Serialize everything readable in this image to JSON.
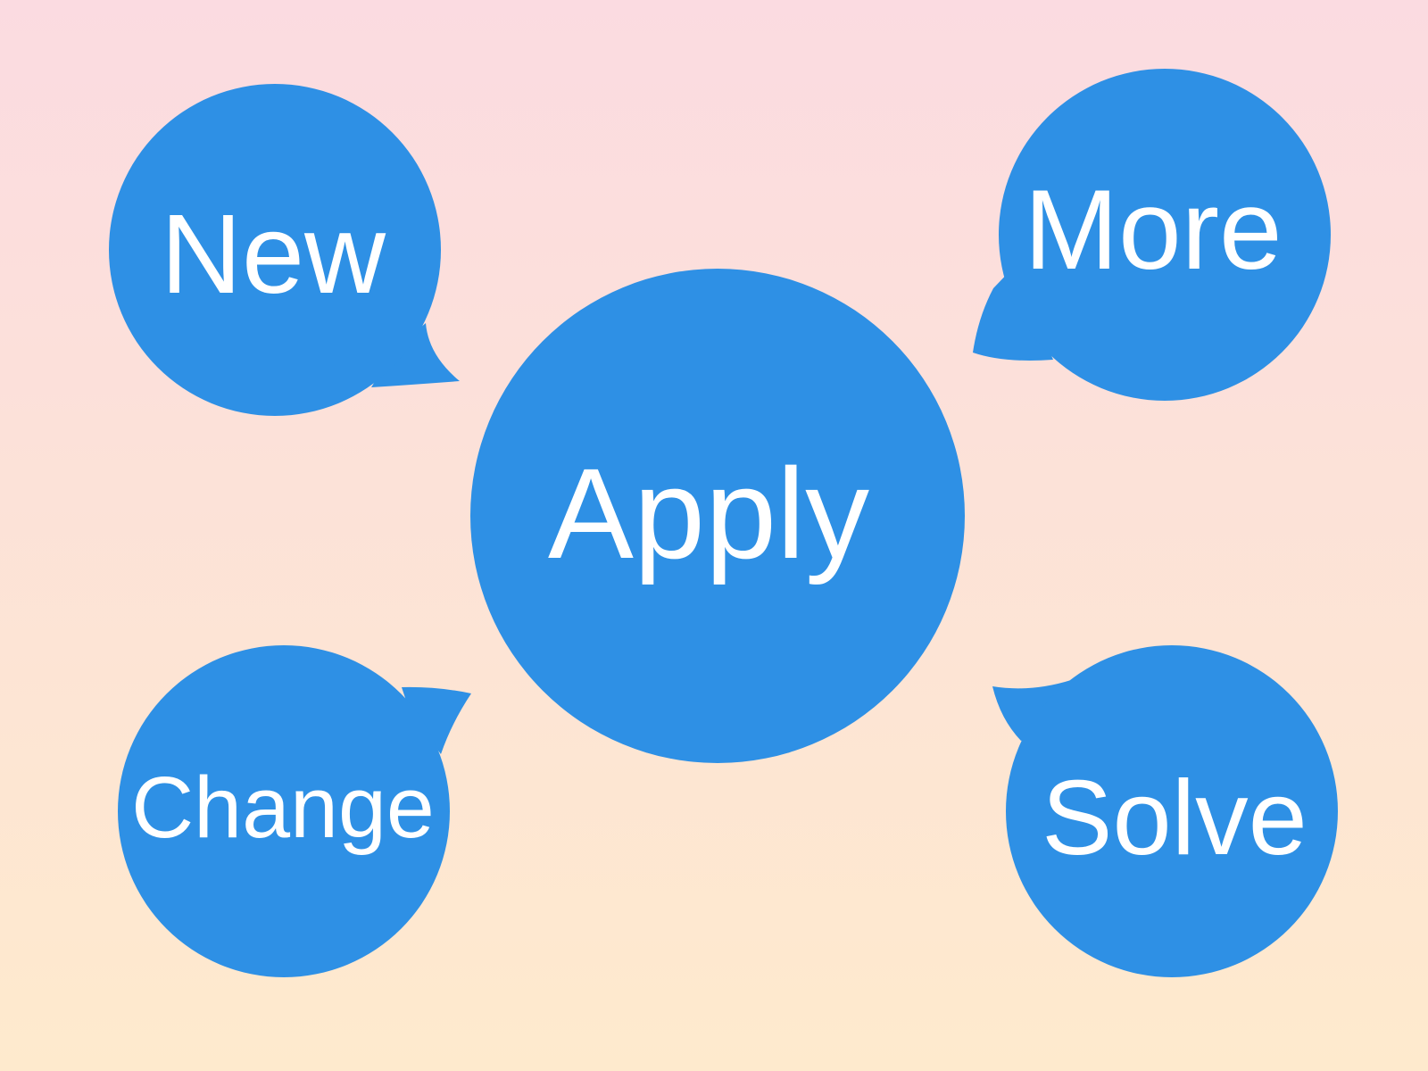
{
  "colors": {
    "bubble": "#2e90e5",
    "label_text": "#ffffff",
    "background_top": "#fbdbe1",
    "background_bottom": "#feeacd"
  },
  "bubbles": {
    "center": {
      "label": "Apply"
    },
    "top_left": {
      "label": "New"
    },
    "top_right": {
      "label": "More"
    },
    "bottom_left": {
      "label": "Change"
    },
    "bottom_right": {
      "label": "Solve"
    }
  }
}
